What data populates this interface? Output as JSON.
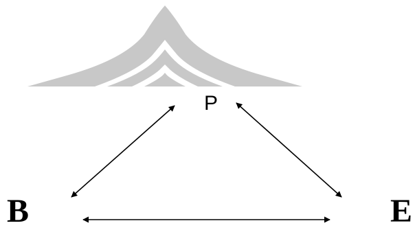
{
  "nodes": {
    "p": "P",
    "b": "B",
    "e": "E"
  },
  "edges": [
    {
      "from": "p",
      "to": "b",
      "arrowheads": "both"
    },
    {
      "from": "p",
      "to": "e",
      "arrowheads": "both"
    },
    {
      "from": "b",
      "to": "e",
      "arrowheads": "both"
    }
  ],
  "colors": {
    "watermark": "#c8c8c8",
    "lines": "#000000"
  },
  "watermark_icon": "roof-logo"
}
